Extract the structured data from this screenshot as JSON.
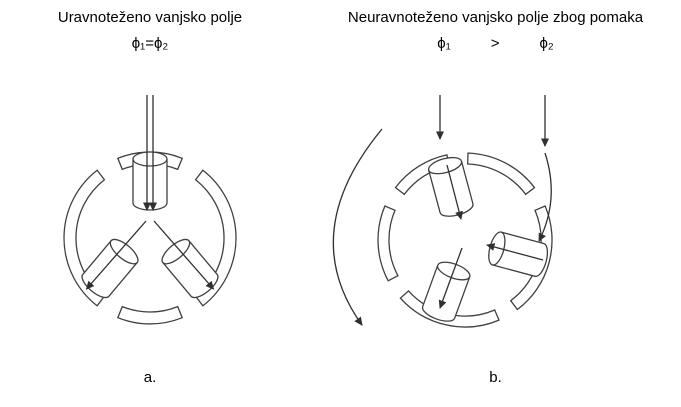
{
  "panels": {
    "left": {
      "title": "Uravnoteženo vanjsko polje",
      "formula": "ϕ₁=ϕ₂",
      "caption": "a."
    },
    "right": {
      "title": "Neuravnoteženo vanjsko polje zbog pomaka",
      "formula": {
        "phi1": "ϕ₁",
        "operator": ">",
        "phi2": "ϕ₂"
      },
      "caption": "b."
    }
  },
  "colors": {
    "line": "#404040",
    "arrow": "#303030",
    "background": "#ffffff",
    "text": "#000000"
  }
}
